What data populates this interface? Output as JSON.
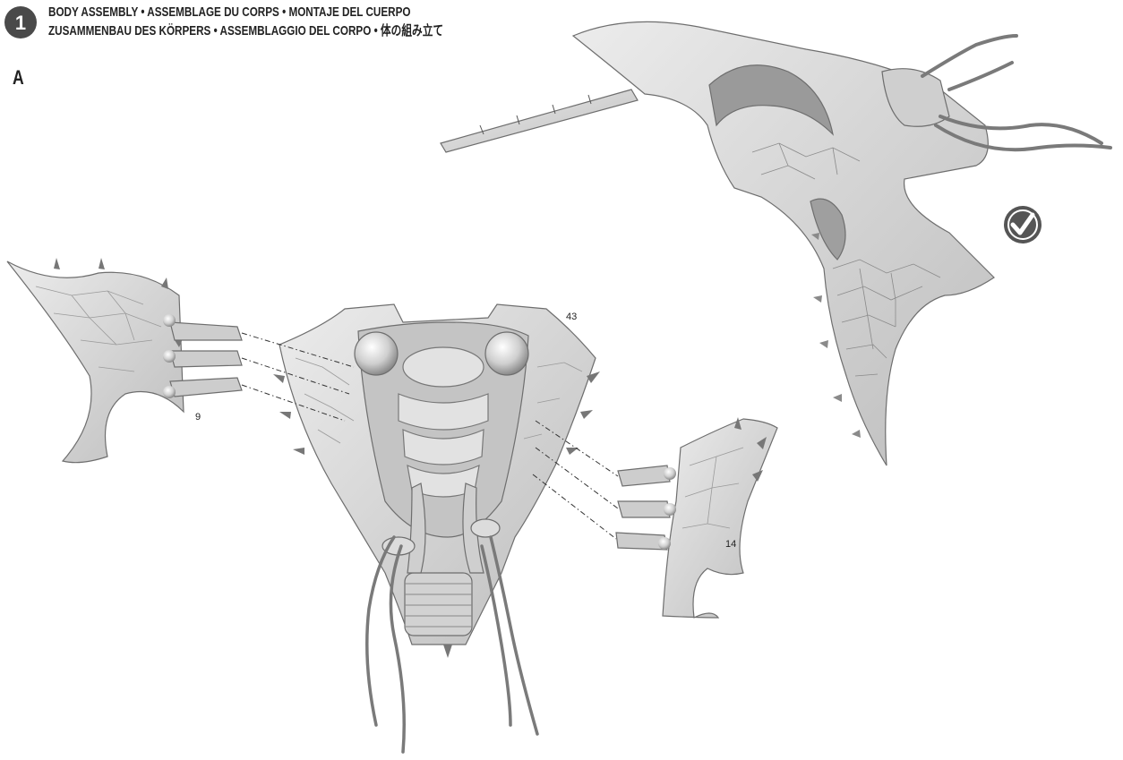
{
  "step": {
    "number": "1",
    "title_line1": "BODY ASSEMBLY • ASSEMBLAGE DU CORPS • MONTAJE DEL CUERPO",
    "title_line2": "ZUSAMMENBAU DES KÖRPERS • ASSEMBLAGGIO DEL CORPO • 体の組み立て"
  },
  "sub_step": "A",
  "parts": {
    "left_wing": "9",
    "body": "43",
    "right_wing": "14"
  },
  "icons": {
    "badge": "step-number-badge",
    "check": "check-mark-icon"
  },
  "colors": {
    "part_fill": "#d9d9d9",
    "part_stroke": "#6e6e6e",
    "badge": "#4a4a4a",
    "check": "#555555"
  }
}
